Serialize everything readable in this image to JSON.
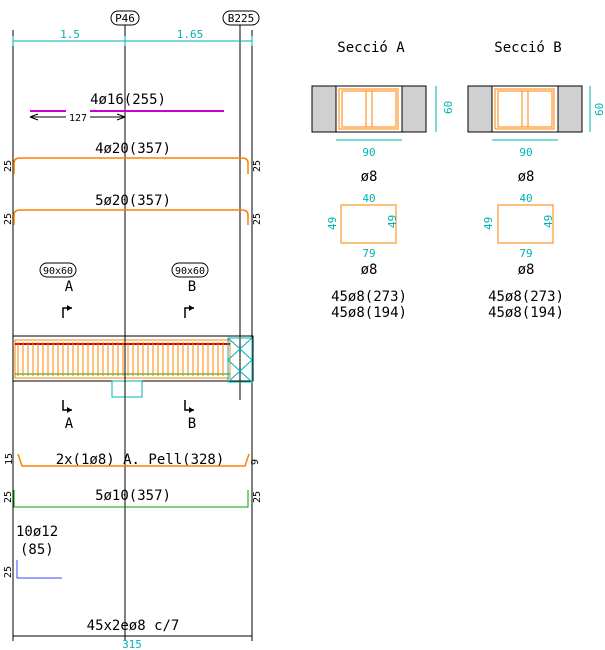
{
  "top_tags": {
    "left": "P46",
    "right": "B225"
  },
  "top_dims": {
    "left": "1.5",
    "right": "1.65"
  },
  "bars": [
    {
      "label": "4ø16(255)",
      "sub_dim": "127"
    },
    {
      "label": "4ø20(357)",
      "end": "25"
    },
    {
      "label": "5ø20(357)",
      "end": "25"
    },
    {
      "label": "2x(1ø8) A. Pell(328)",
      "end_left": "15",
      "end_right": "9"
    },
    {
      "label": "5ø10(357)",
      "end": "25"
    }
  ],
  "section_marks": {
    "size_label": "90x60",
    "a": "A",
    "b": "B"
  },
  "bottom_bar": {
    "label_1": "10ø12",
    "label_2": "(85)",
    "end": "25"
  },
  "stirrups": "45x2eø8 c/7",
  "total_dim": "315",
  "sections": [
    {
      "title": "Secció  A",
      "height": "60",
      "width": "90",
      "bar1": "ø8",
      "inner_w": "40",
      "inner_h_left": "49",
      "inner_h_right": "49",
      "inner_bottom": "79",
      "bar2": "ø8",
      "line1": "45ø8(273)",
      "line2": "45ø8(194)"
    },
    {
      "title": "Secció  B",
      "height": "60",
      "width": "90",
      "bar1": "ø8",
      "inner_w": "40",
      "inner_h_left": "49",
      "inner_h_right": "49",
      "inner_bottom": "79",
      "bar2": "ø8",
      "line1": "45ø8(273)",
      "line2": "45ø8(194)"
    }
  ]
}
